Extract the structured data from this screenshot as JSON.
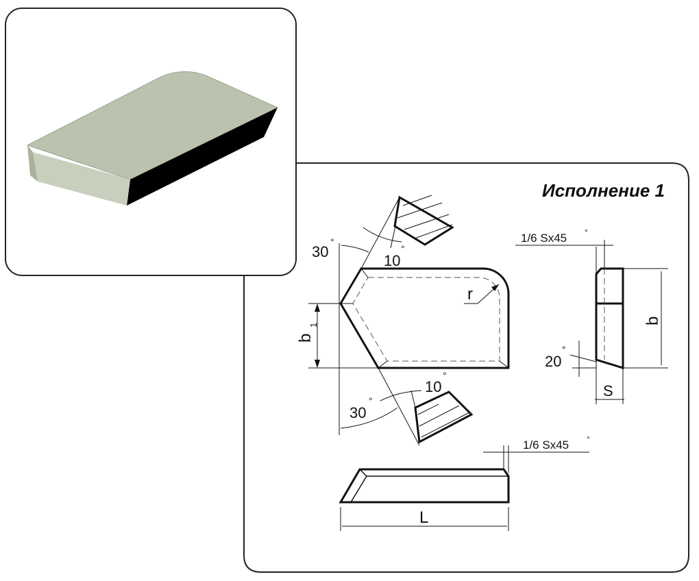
{
  "title": "Исполнение 1",
  "labels": {
    "angle_30_top": "30",
    "angle_10_top": "10",
    "angle_30_bottom": "30",
    "angle_10_bottom": "10",
    "radius": "r",
    "b1": "b",
    "b1_sub": "1",
    "chamfer_side": "1/6 Sx45",
    "chamfer_bottom": "1/6 Sx45",
    "angle_20": "20",
    "b": "b",
    "s": "S",
    "L": "L",
    "degree": "°"
  },
  "colors": {
    "top_face": "#b9c3ad",
    "front_face": "#d0d6c6",
    "side_face": "#000000"
  }
}
